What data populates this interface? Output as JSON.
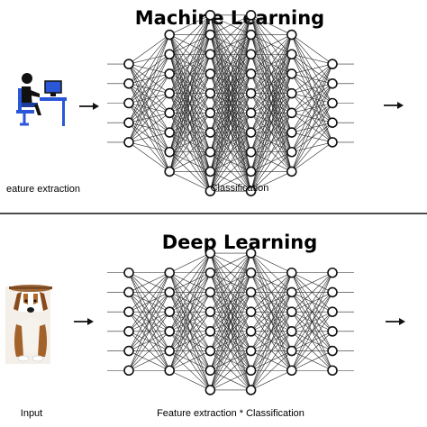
{
  "top_panel": {
    "title": "Machine Learning",
    "left_caption": "eature extraction",
    "center_caption": "Classification",
    "network": {
      "layers": [
        5,
        8,
        10,
        10,
        8,
        5
      ]
    }
  },
  "bottom_panel": {
    "title": "Deep Learning",
    "left_caption": "Input",
    "center_caption": "Feature extraction * Classification",
    "network": {
      "layers": [
        6,
        6,
        8,
        8,
        6,
        6
      ]
    }
  },
  "colors": {
    "line": "#2a2a2a",
    "node_fill": "#ffffff",
    "divider": "#111111"
  },
  "icons": {
    "top_input": "person-at-computer-icon",
    "bottom_input": "dog-with-plate-icon"
  }
}
